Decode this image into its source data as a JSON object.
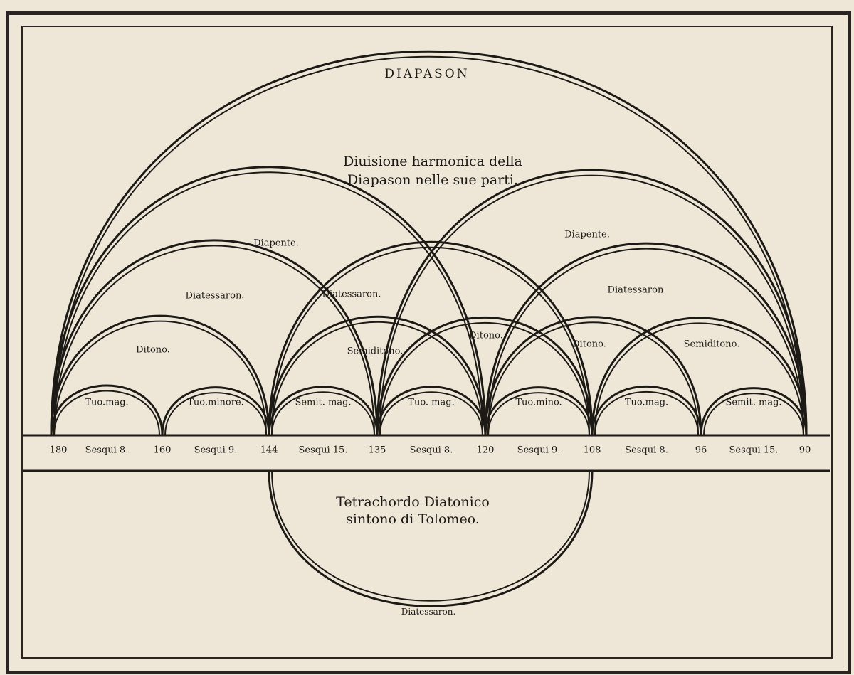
{
  "title": "DIAPASON",
  "heading": "Diuisione harmonica della Diapason nelle sue parti.",
  "tetrachord_caption": "Tetrachordo Diatonico sintono di Tolomeo.",
  "numbers": [
    "180",
    "160",
    "144",
    "135",
    "120",
    "108",
    "96",
    "90"
  ],
  "ratios": [
    "Sesqui 8.",
    "Sesqui 9.",
    "Sesqui 15.",
    "Sesqui 8.",
    "Sesqui 9.",
    "Sesqui 8.",
    "Sesqui 15."
  ],
  "tone_labels": [
    "Tuo.mag.",
    "Tuo.minore.",
    "Semit. mag.",
    "Tuo. mag.",
    "Tuo.mino.",
    "Tuo.mag.",
    "Semit. mag."
  ],
  "interval_labels": {
    "diapente_left": "Diapente.",
    "diapente_right": "Diapente.",
    "diatessaron_left": "Diatessaron.",
    "diatessaron_middle": "Diatessaron.",
    "diatessaron_right": "Diatessaron.",
    "ditono_left": "Ditono.",
    "semiditono_left": "Semiditono.",
    "ditono_middle": "Ditono.",
    "ditono_right": "Ditono.",
    "semiditono_right": "Semiditono.",
    "diatessaron_bottom": "Diatessaron."
  },
  "arcs": [
    {
      "name": "diapason",
      "from": 0,
      "to": 7
    },
    {
      "name": "diapente",
      "from": 0,
      "to": 4
    },
    {
      "name": "diapente",
      "from": 3,
      "to": 7
    },
    {
      "name": "diatessaron",
      "from": 0,
      "to": 3
    },
    {
      "name": "diatessaron",
      "from": 2,
      "to": 5
    },
    {
      "name": "diatessaron",
      "from": 4,
      "to": 7
    },
    {
      "name": "ditono",
      "from": 0,
      "to": 2
    },
    {
      "name": "semiditono",
      "from": 2,
      "to": 4
    },
    {
      "name": "ditono",
      "from": 3,
      "to": 5
    },
    {
      "name": "ditono",
      "from": 4,
      "to": 6
    },
    {
      "name": "semiditono",
      "from": 5,
      "to": 7
    },
    {
      "name": "tone",
      "from": 0,
      "to": 1
    },
    {
      "name": "tone",
      "from": 1,
      "to": 2
    },
    {
      "name": "tone",
      "from": 2,
      "to": 3
    },
    {
      "name": "tone",
      "from": 3,
      "to": 4
    },
    {
      "name": "tone",
      "from": 4,
      "to": 5
    },
    {
      "name": "tone",
      "from": 5,
      "to": 6
    },
    {
      "name": "tone",
      "from": 6,
      "to": 7
    }
  ],
  "bottom_arc": {
    "name": "diatessaron",
    "from": 2,
    "to": 5
  }
}
